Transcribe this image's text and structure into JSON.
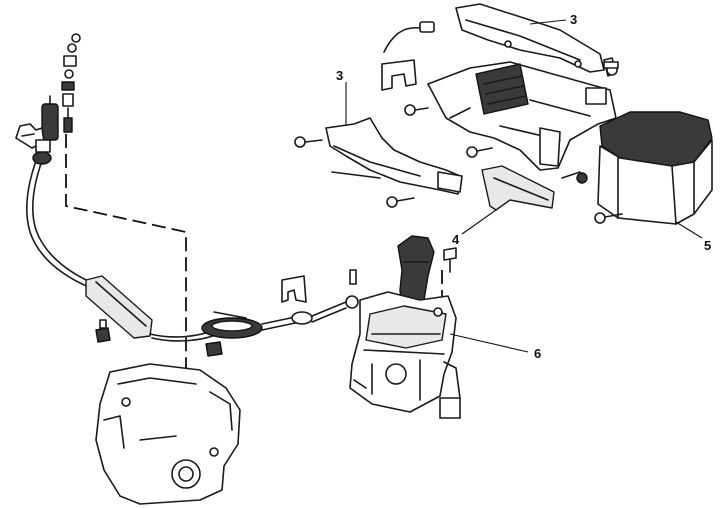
{
  "callouts": [
    {
      "id": "upper-rear-panel",
      "label": "3"
    },
    {
      "id": "left-side-panel",
      "label": "3"
    },
    {
      "id": "shift-trim-plate",
      "label": "4"
    },
    {
      "id": "armrest-console",
      "label": "5"
    },
    {
      "id": "shifter-assembly",
      "label": "6"
    }
  ]
}
